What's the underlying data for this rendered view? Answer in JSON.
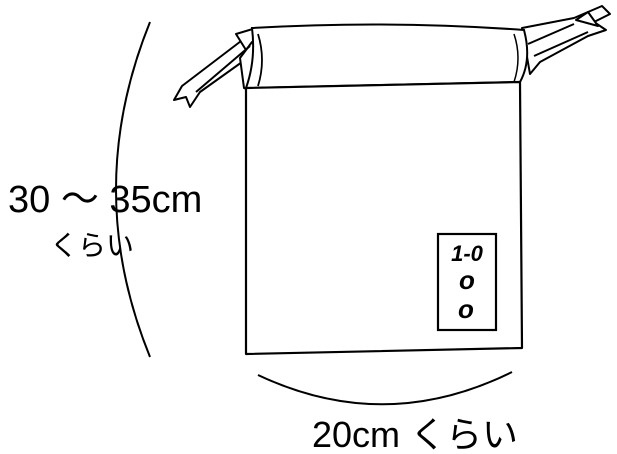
{
  "height_label": {
    "value": "30 ～ 35cm",
    "suffix": "くらい"
  },
  "width_label": "20cm くらい",
  "name_tag": {
    "line1": "1-0",
    "line2": "o",
    "line3": "o"
  },
  "colors": {
    "ink": "#000000",
    "paper": "#ffffff"
  }
}
